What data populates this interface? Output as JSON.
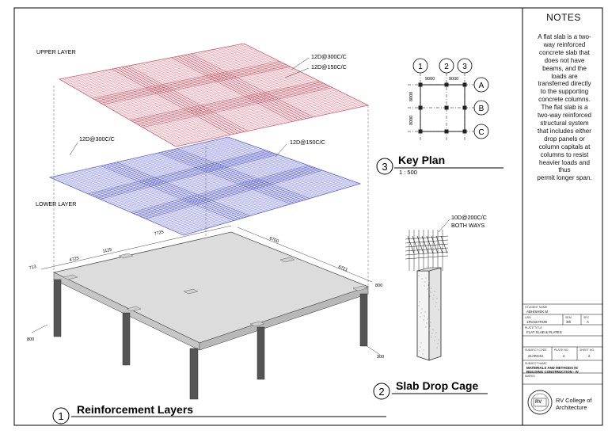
{
  "notes": {
    "title": "NOTES",
    "lines": [
      "A flat slab is a two-",
      "way reinforced",
      "concrete slab that",
      "does not have",
      "beams, and the",
      "loads are",
      "transferred directly",
      "to the supporting",
      "concrete columns.",
      "The flat slab is a",
      "two-way reinforced",
      "structural system",
      "that includes either",
      "drop panels or",
      "column capitals at",
      "columns to resist",
      "heavier loads and",
      "thus",
      "permit longer span."
    ]
  },
  "views": {
    "reinforcement": {
      "number": "1",
      "title": "Reinforcement Layers"
    },
    "drop_cage": {
      "number": "2",
      "title": "Slab Drop Cage"
    },
    "key_plan": {
      "number": "3",
      "title": "Key Plan",
      "scale": "1 : 500"
    }
  },
  "layers": {
    "upper_label": "UPPER LAYER",
    "lower_label": "LOWER LAYER",
    "upper_callout_1": "12D@300C/C",
    "upper_callout_2": "12D@150C/C",
    "lower_callout_1": "12D@300C/C",
    "lower_callout_2": "12D@150C/C"
  },
  "dimensions": {
    "d713": "713",
    "d4725": "4725",
    "d1125": "1125",
    "d7725": "7725",
    "d6700": "6700",
    "d6721": "6721",
    "d800a": "800",
    "d800b": "800",
    "d300": "300"
  },
  "cage": {
    "callout_1": "10D@200C/C",
    "callout_2": "BOTH WAYS"
  },
  "key_plan": {
    "grid_numbers": [
      "1",
      "2",
      "3"
    ],
    "grid_letters": [
      "A",
      "B",
      "C"
    ],
    "dim_h1": "9000",
    "dim_h2": "9000",
    "dim_v1": "8000",
    "dim_v2": "8000"
  },
  "title_block": {
    "student_name_label": "STUDENT NAME",
    "student_name": "ABHISHEK M",
    "usn_label": "USN",
    "usn": "1RV22AT039",
    "sem_label": "SEM",
    "sem": "4th",
    "sec_label": "SEC",
    "sec": "A",
    "plate_title_label": "PLATE TITLE",
    "plate_title": "FLAT SLAB & PLATES",
    "subject_code_label": "SUBJECT CODE",
    "subject_code": "21ARC42",
    "plate_no_label": "PLATE NO",
    "plate_no": "2",
    "sheet_no_label": "SHEET NO",
    "sheet_no": "2",
    "subject_name_label": "SUBJECT NAME",
    "subject_name_1": "MATERIALS AND METHODS IN",
    "subject_name_2": "BUILDING CONSTRUCTION - IV",
    "marks_label": "MARKS",
    "college_1": "RV College of",
    "college_2": "Architecture",
    "logo_text": "RV"
  },
  "colors": {
    "upper_mesh": "#c9576a",
    "lower_mesh": "#5a5fcc",
    "slab_top": "#dcdcdc",
    "slab_side": "#c8c8c8",
    "column": "#555555"
  }
}
